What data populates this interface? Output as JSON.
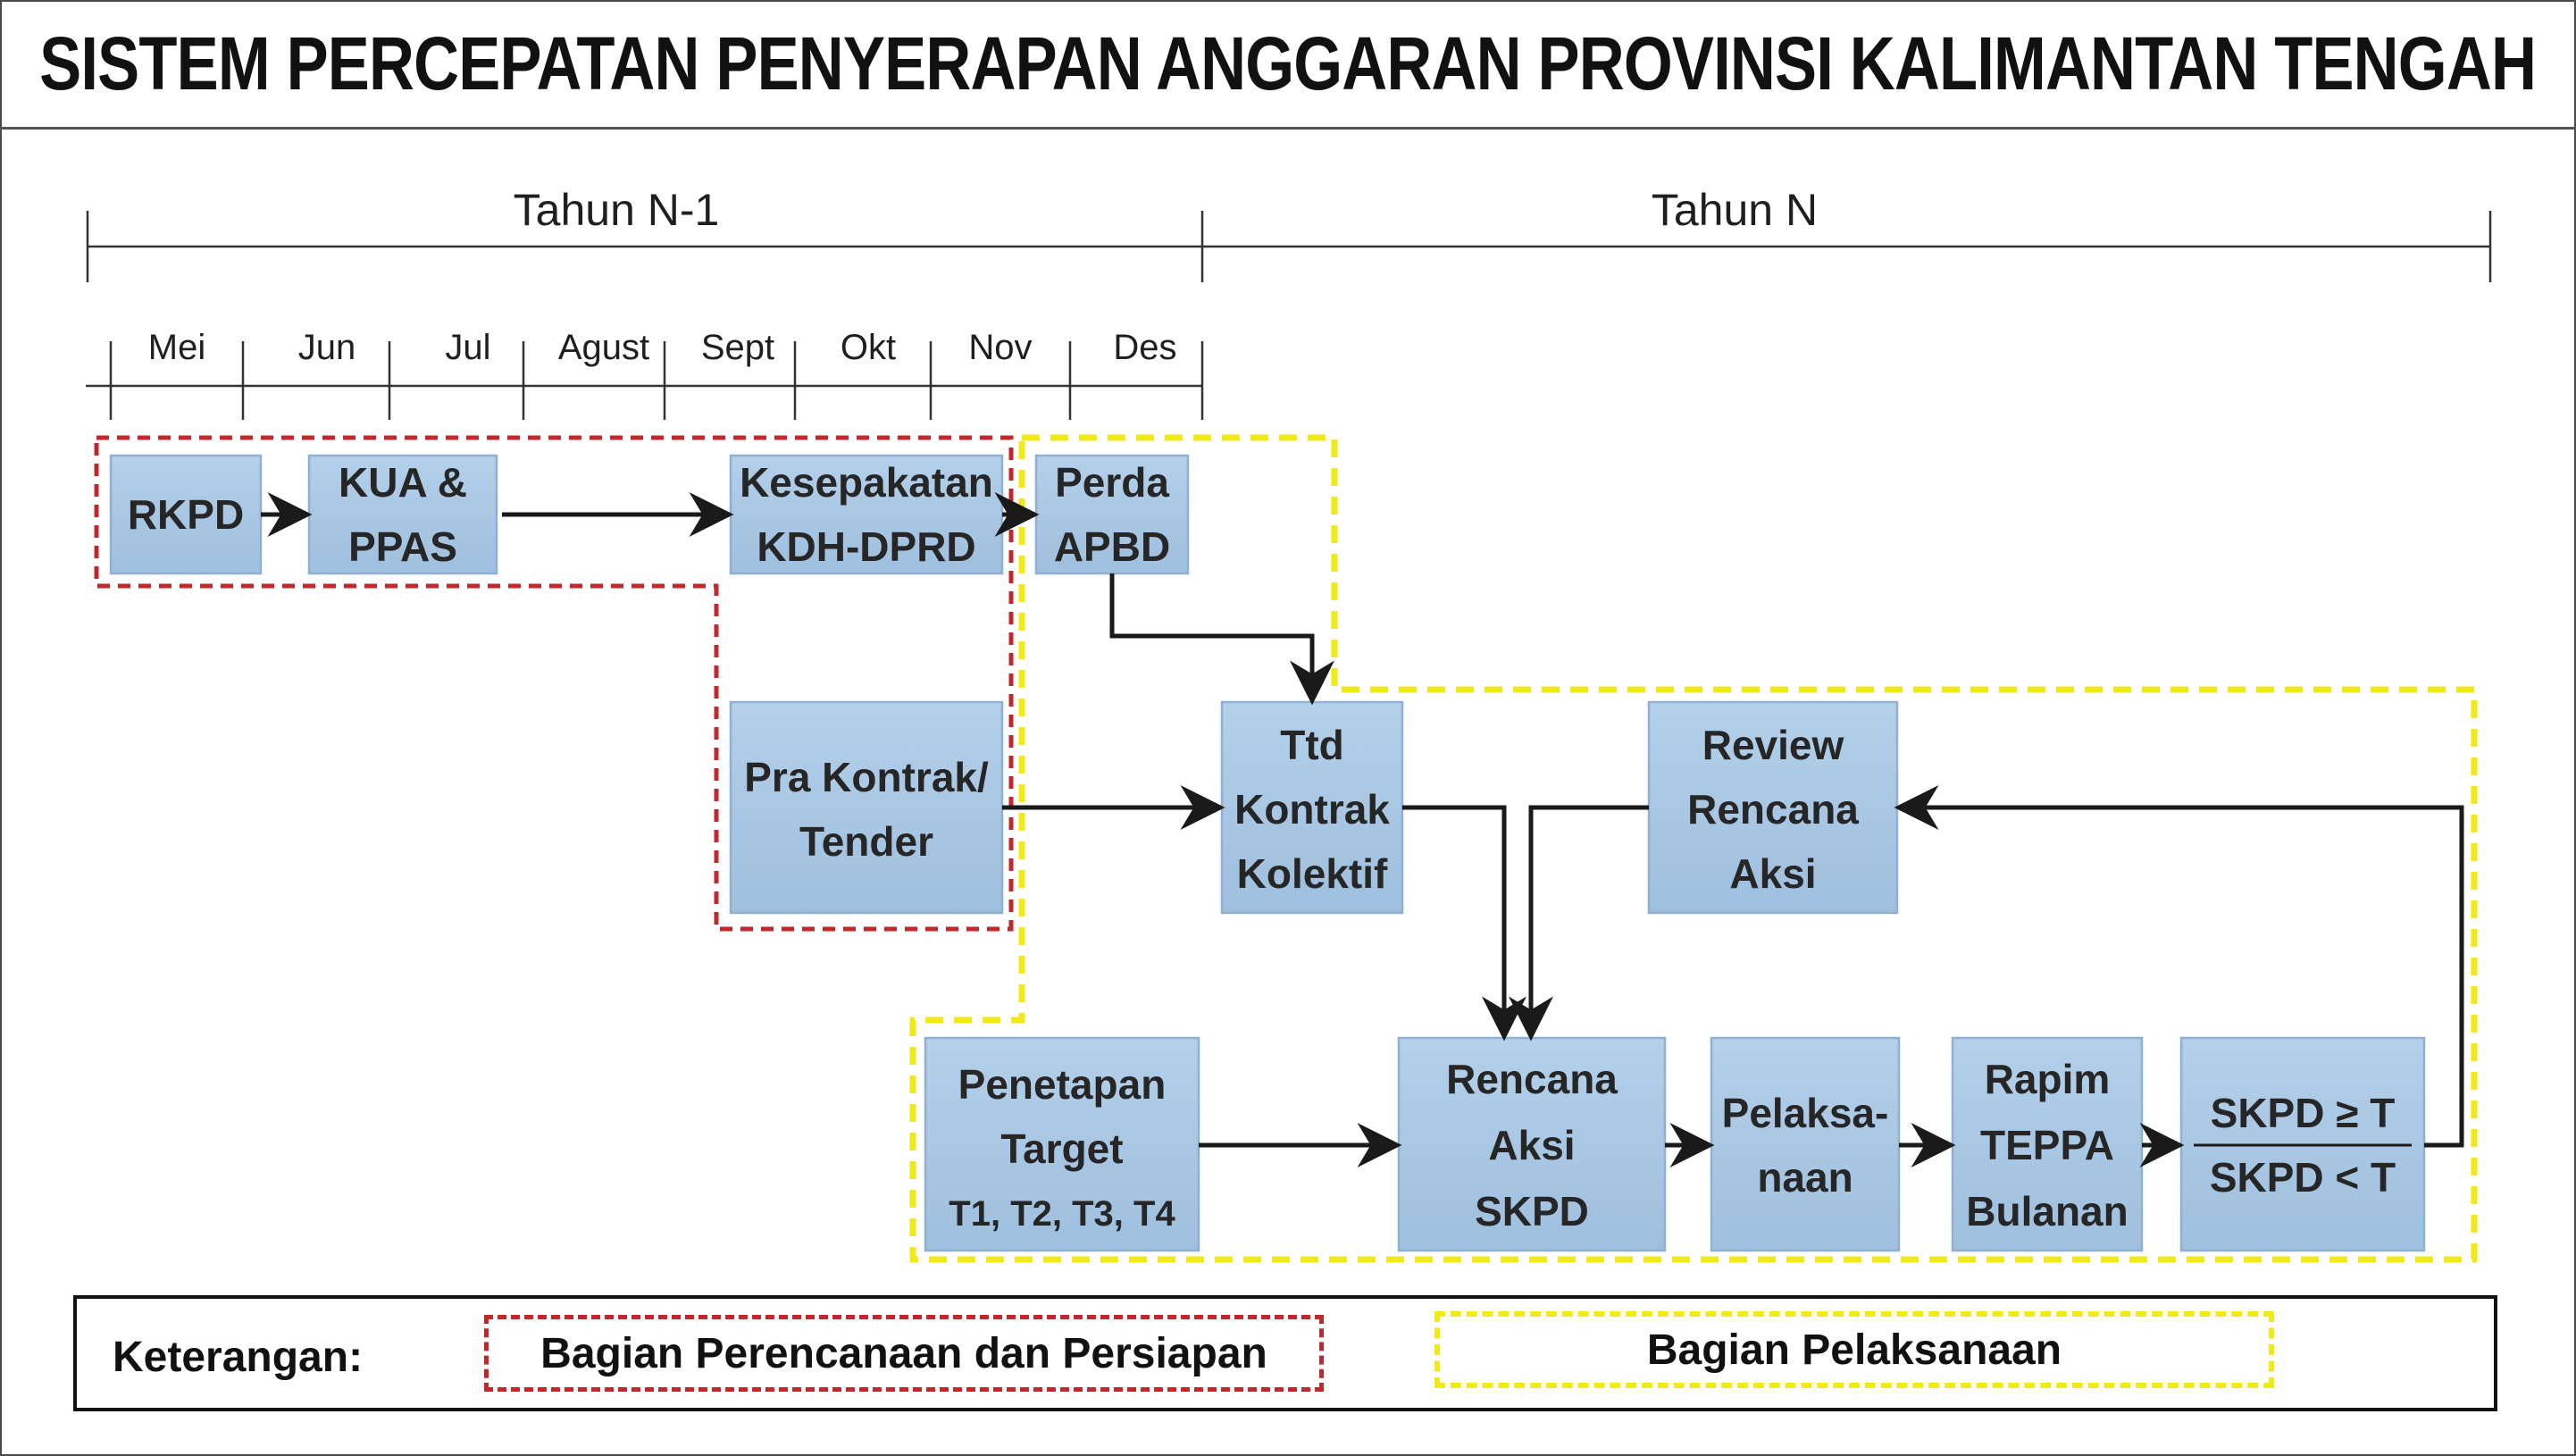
{
  "title": "SISTEM PERCEPATAN PENYERAPAN ANGGARAN PROVINSI KALIMANTAN TENGAH",
  "timeline": {
    "years": [
      "Tahun N-1",
      "Tahun N"
    ],
    "months": [
      "Mei",
      "Jun",
      "Jul",
      "Agust",
      "Sept",
      "Okt",
      "Nov",
      "Des"
    ]
  },
  "boxes": {
    "rkpd": [
      "RKPD"
    ],
    "kua_ppas": [
      "KUA &",
      "PPAS"
    ],
    "kesepakatan": [
      "Kesepakatan",
      "KDH-DPRD"
    ],
    "perda": [
      "Perda",
      "APBD"
    ],
    "pra_kontrak": [
      "Pra Kontrak/",
      "Tender"
    ],
    "ttd_kontrak": [
      "Ttd",
      "Kontrak",
      "Kolektif"
    ],
    "review": [
      "Review",
      "Rencana",
      "Aksi"
    ],
    "penetapan": [
      "Penetapan",
      "Target",
      "T1, T2, T3, T4"
    ],
    "rencana_aksi": [
      "Rencana",
      "Aksi",
      "SKPD"
    ],
    "pelaksanaan": [
      "Pelaksa-",
      "naan"
    ],
    "rapim": [
      "Rapim",
      "TEPPA",
      "Bulanan"
    ],
    "skpd": [
      "SKPD ≥ T",
      "SKPD < T"
    ]
  },
  "legend": {
    "label": "Keterangan:",
    "planning": "Bagian Perencanaan dan Persiapan",
    "execution": "Bagian Pelaksanaan"
  },
  "colors": {
    "box_fill": "#a9c6e1",
    "box_border": "#8fb0cf",
    "planning_dash": "#c0282c",
    "execution_dash": "#f2ea18",
    "arrow": "#1a1a1a"
  }
}
